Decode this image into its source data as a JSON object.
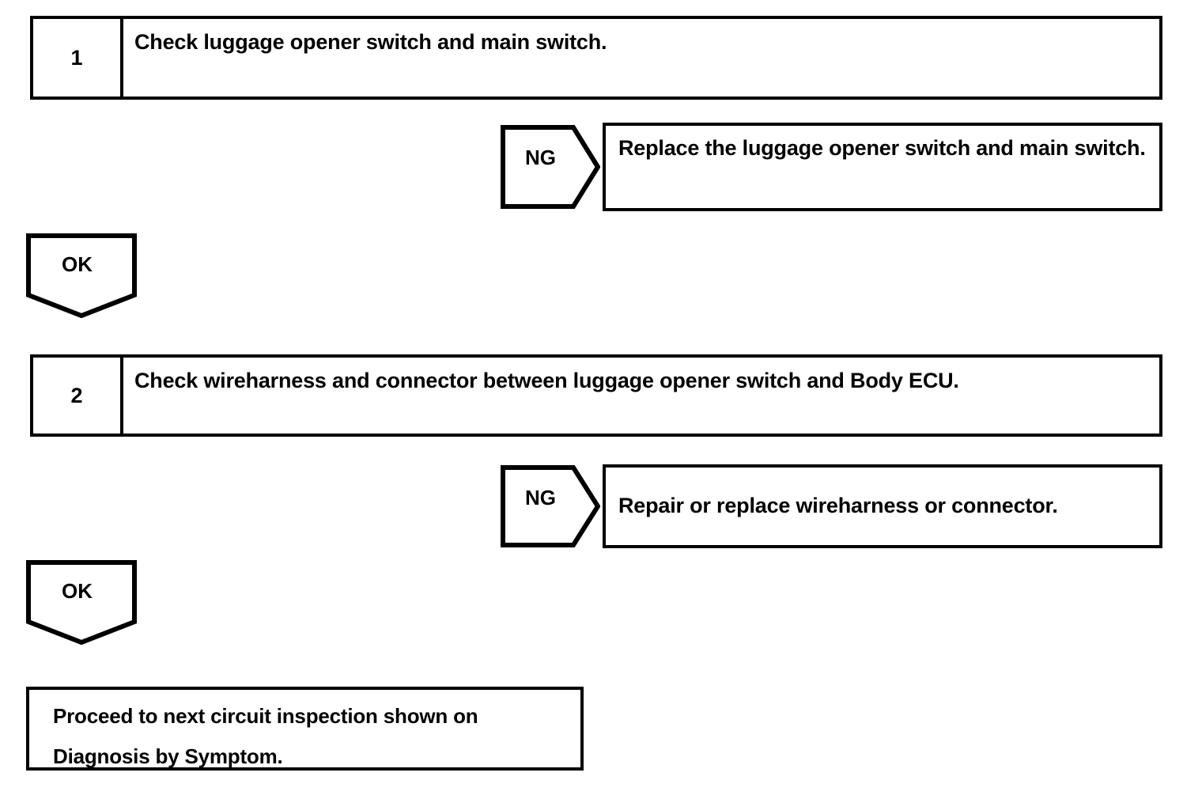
{
  "diagram": {
    "title": "Luggage opener switch circuit inspection flow",
    "type": "troubleshooting-flowchart",
    "line_color": "#000000",
    "background_color": "#ffffff"
  },
  "steps": [
    {
      "number": "1",
      "text": "Check luggage opener switch and main switch.",
      "branch": {
        "label": "NG",
        "result": "Replace the luggage opener switch and main switch."
      },
      "pass": {
        "label": "OK"
      }
    },
    {
      "number": "2",
      "text": "Check wireharness and connector between luggage opener switch and Body ECU.",
      "branch": {
        "label": "NG",
        "result": "Repair or replace wireharness or connector."
      },
      "pass": {
        "label": "OK"
      }
    }
  ],
  "final": {
    "line1": "Proceed to next circuit inspection shown on",
    "line2": "Diagnosis by Symptom."
  }
}
